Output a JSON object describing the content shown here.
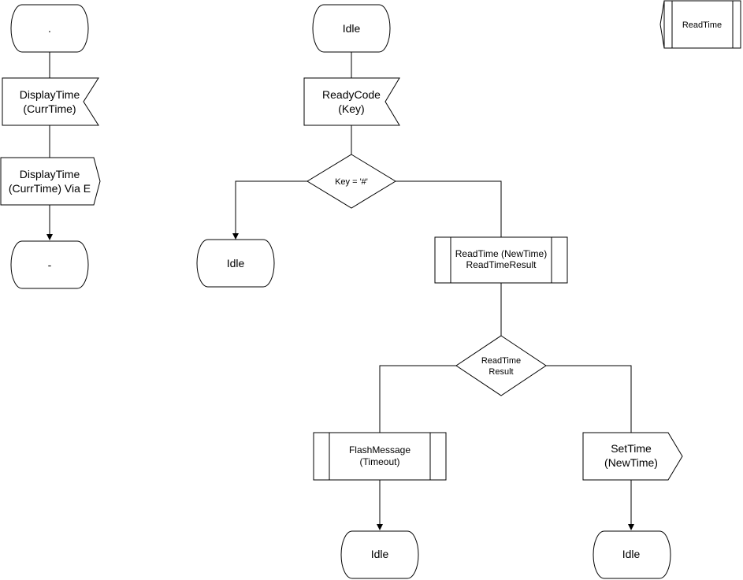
{
  "diagram": {
    "colors": {
      "stroke": "#000000",
      "fill": "#ffffff",
      "text": "#000000"
    },
    "left_flow": {
      "start_state": ".",
      "input_signal": [
        "DisplayTime",
        "(CurrTime)"
      ],
      "output_signal": [
        "DisplayTime",
        "(CurrTime) Via E"
      ],
      "end_state": "-"
    },
    "main_flow": {
      "start_state": "Idle",
      "input_signal": [
        "ReadyCode",
        "(Key)"
      ],
      "decision_key": "Key = '#'",
      "no_branch_state": "Idle",
      "procedure_call": [
        "ReadTime (NewTime)",
        "ReadTimeResult"
      ],
      "decision_result": [
        "ReadTime",
        "Result"
      ],
      "flash_procedure": [
        "FlashMessage",
        "(Timeout)"
      ],
      "flash_end_state": "Idle",
      "output_signal": [
        "SetTime",
        "(NewTime)"
      ],
      "settime_end_state": "Idle"
    },
    "procedure_header": "ReadTime"
  }
}
